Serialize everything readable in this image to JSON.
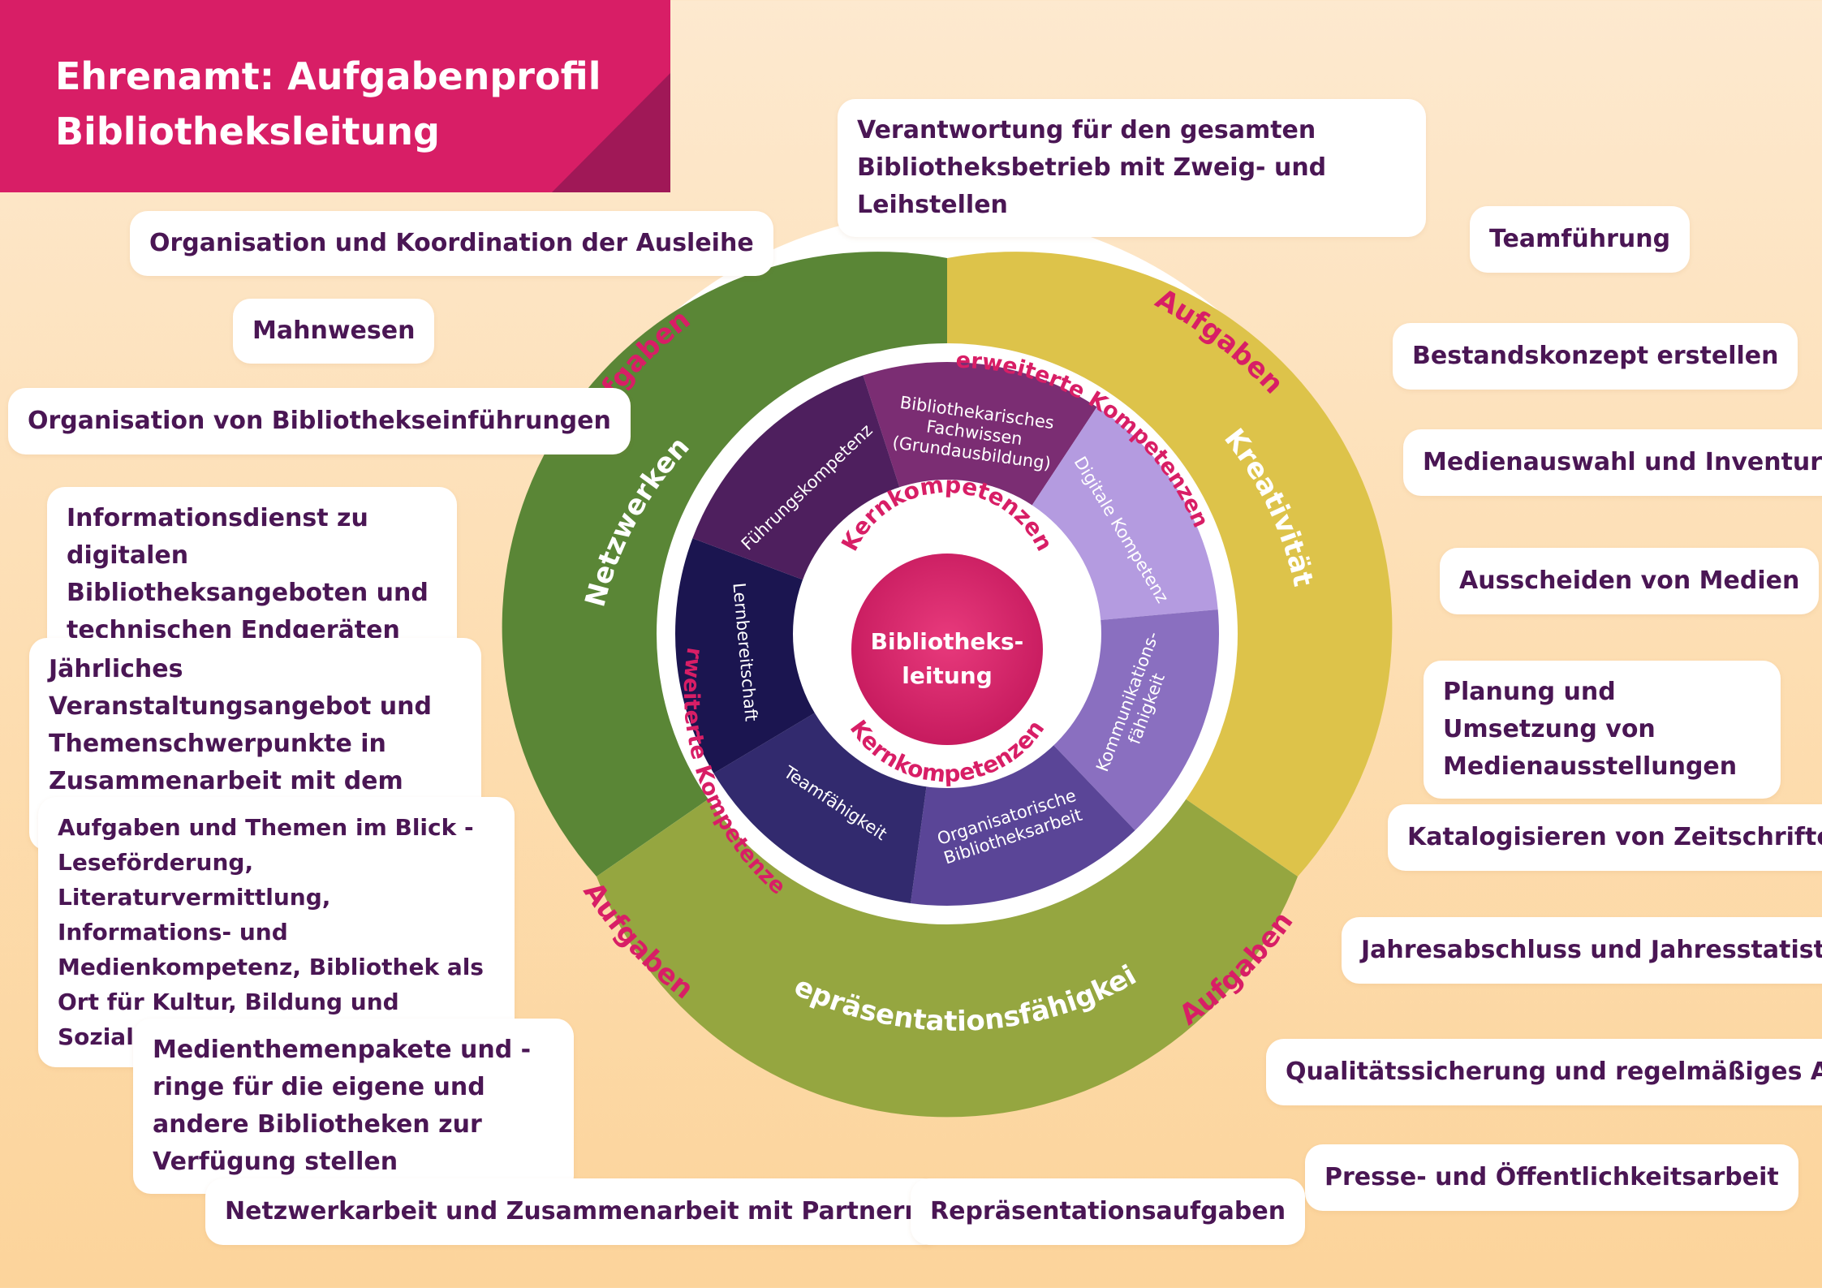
{
  "title": {
    "line1": "Ehrenamt: Aufgabenprofil",
    "line2": "Bibliotheksleitung"
  },
  "colors": {
    "header": "#d81e66",
    "netzwerken": "#5a8636",
    "kreativitaet": "#ddc34a",
    "repraesentation": "#95a640",
    "center": "#d81e66",
    "label_accent": "#d81e66",
    "text": "#4a1654"
  },
  "tasks_left": [
    "Organisation und Koordination der Ausleihe",
    "Mahnwesen",
    "Organisation von Bibliothekseinführungen",
    "Informationsdienst zu digitalen Bibliotheksangeboten und technischen Endgeräten",
    "Jährliches Veranstaltungsangebot und Themenschwerpunkte in Zusammenarbeit mit dem Team",
    "Aufgaben und Themen im Blick - Leseförderung, Literaturvermittlung, Informations- und Medienkompetenz, Bibliothek als Ort für Kultur, Bildung und Soziales",
    "Medienthemenpakete und -ringe für die eigene und andere Bibliotheken zur Verfügung stellen",
    "Netzwerkarbeit und  Zusammenarbeit mit Partnern"
  ],
  "tasks_right": [
    "Verantwortung für den gesamten Bibliotheksbetrieb mit Zweig- und Leihstellen",
    "Teamführung",
    "Bestandskonzept erstellen",
    "Medienauswahl und Inventur",
    "Ausscheiden von Medien",
    "Planung und Umsetzung von Medienausstellungen",
    "Katalogisieren von Zeitschriften",
    "Jahresabschluss und Jahresstatistik",
    "Qualitätssicherung und regelmäßiges Audit",
    "Presse- und Öffentlichkeitsarbeit",
    "Repräsentationsaufgaben"
  ],
  "wheel": {
    "center_line1": "Bibliotheks-",
    "center_line2": "leitung",
    "kern_label": "Kernkompetenzen",
    "erweitert_label": "erweiterte Kompetenzen",
    "aufgaben_label": "Aufgaben",
    "outer_segments": [
      "Netzwerken",
      "Kreativität",
      "Repräsentationsfähigkeit"
    ],
    "inner_segments": [
      {
        "lines": [
          "Bibliothekarisches",
          "Fachwissen",
          "(Grundausbildung)"
        ],
        "color": "#7b2d73"
      },
      {
        "lines": [
          "Digitale Kompetenz"
        ],
        "color": "#b49be0"
      },
      {
        "lines": [
          "Kommunikations-",
          "fähigkeit"
        ],
        "color": "#8a6fc0"
      },
      {
        "lines": [
          "Organisatorische",
          "Bibliotheksarbeit"
        ],
        "color": "#5a4597"
      },
      {
        "lines": [
          "Teamfähigkeit"
        ],
        "color": "#322a6e"
      },
      {
        "lines": [
          "Lernbereitschaft"
        ],
        "color": "#1b1550"
      },
      {
        "lines": [
          "Führungskompetenz"
        ],
        "color": "#4e1f5e"
      }
    ]
  }
}
